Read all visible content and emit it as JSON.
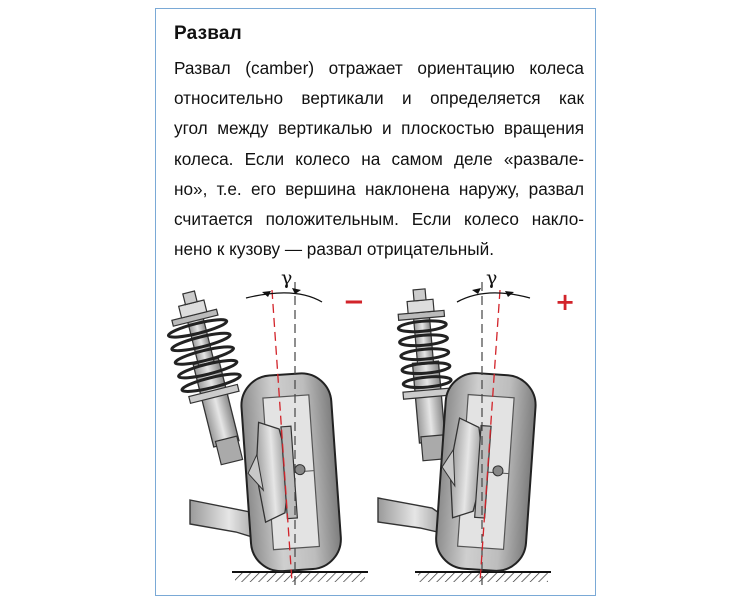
{
  "article": {
    "title": "Развал",
    "lines": [
      "Развал (camber) отражает ориентацию колеса",
      "относительно вертикали и определяется как",
      "угол между вертикалью и плоскостью вращения",
      "колеса. Если колесо на самом деле «развале-",
      "но», т.е. его вершина наклонена наружу, развал",
      "считается положительным. Если колесо накло-",
      "нено к кузову — развал отрицательный."
    ]
  },
  "figure": {
    "left": {
      "angle_symbol": "γ",
      "sign": "−"
    },
    "right": {
      "angle_symbol": "γ",
      "sign": "+"
    }
  },
  "colors": {
    "border": "#7aa9d6",
    "accent_red": "#d2232a"
  }
}
